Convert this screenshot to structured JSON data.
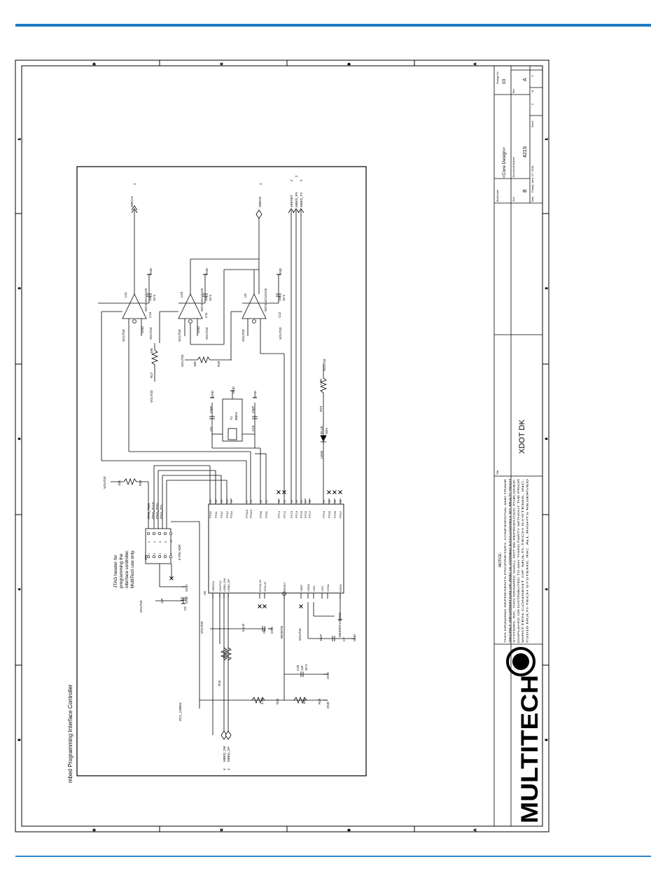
{
  "colors": {
    "accent": "#1f7ac2",
    "ink": "#000000"
  },
  "border": {
    "zone_letters": [
      "D",
      "C",
      "B",
      "A"
    ],
    "zone_numbers": [
      "1",
      "2",
      "3",
      "4",
      "5"
    ]
  },
  "section_title": "mbed Programming Interface Controller",
  "jtag_note": [
    "JTAG header for",
    "programming the",
    "interface controller.",
    "MultiTech use only."
  ],
  "components": {
    "u11": {
      "ref": "U11",
      "part": "SN74LVC1G125"
    },
    "u10": {
      "ref": "U10",
      "part": "SN74LVC1G125"
    },
    "u9": {
      "ref": "U9",
      "part": "SN74LVC1G125"
    },
    "c13": {
      "ref": "C13",
      "value": "1uF",
      "voltage": "10 V"
    },
    "c11": {
      "ref": "C11",
      "value": "1uF",
      "voltage": "10 V"
    },
    "c12": {
      "ref": "C12",
      "value": "1uF",
      "voltage": "10 V"
    },
    "r17": {
      "ref": "R17",
      "value": "10K"
    },
    "r18": {
      "ref": "R18",
      "value": "10K"
    },
    "r22": {
      "ref": "R22",
      "value": "10K"
    },
    "r23": {
      "ref": "R23",
      "value": "1.0K"
    },
    "r14": {
      "ref": "R14"
    },
    "r15": {
      "ref": "R15"
    },
    "r19": {
      "ref": "R19",
      "value": "10K"
    },
    "r20": {
      "ref": "R20",
      "value": "4.7K"
    },
    "c9": {
      "ref": "C9",
      "value": "22pF"
    },
    "c10": {
      "ref": "C10",
      "value": "22pF"
    },
    "y1": {
      "ref": "Y1",
      "value": "8MHz"
    },
    "c8": {
      "ref": "C8",
      "value": "0.1uF"
    },
    "c7": {
      "ref": "C7",
      "value": "10uF"
    },
    "c5": {
      "ref": "C5",
      "value": "1uF"
    },
    "c26": {
      "ref": "C26",
      "value": "1uF",
      "voltage": "10 V"
    },
    "led": {
      "ref": "LED5",
      "color": "BLUE",
      "part": "SDA"
    },
    "jp2": {
      "ref": "JP2",
      "part": "8 PIN HDR"
    },
    "u8": {
      "ref": "U8",
      "part": "MK20DX128VFM"
    }
  },
  "nets": {
    "vout33": "VOUT33",
    "gnd": "GND",
    "swclk": "SWCLK",
    "swdio": "SWDIO",
    "nreset": "nRESET",
    "mbed_rx": "MBED_RX",
    "mbed_tx": "MBED_TX",
    "vcc_usb5v": "VCC_USB5V",
    "mbed_dm": "MBED_DM",
    "mbed_dp": "MBED_DP",
    "reset": "RESETB",
    "jtag_tms": "JTAG_TMS",
    "jtag_tclk": "JTAG_TCLK",
    "jtag_tdo": "JTAG_TDO",
    "jtag_tdi": "JTAG_TDI"
  },
  "u8_left_pins": [
    "VREGIN",
    "VOUT33",
    "USB0_DM",
    "USB0_DP",
    "EXTAL32",
    "XTAL32",
    "RESET",
    "VBAT",
    "VDDA",
    "VDD",
    "VSS",
    "VSSA",
    "EPAD"
  ],
  "u8_right_pins": [
    "PTA0",
    "PTA1",
    "PTA2",
    "PTA3",
    "PTA4",
    "PTA18",
    "PTA19",
    "PTB0",
    "PTB1",
    "PTC1",
    "PTC2",
    "PTC3",
    "PTC4",
    "PTC5",
    "PTC6",
    "PTC7",
    "PTD4",
    "PTD5",
    "PTD6",
    "PTD7"
  ],
  "u8_right_nums": [
    "12",
    "13",
    "14",
    "15",
    "16",
    "17",
    "18",
    "20",
    "21",
    "22",
    "23",
    "24",
    "25",
    "26",
    "27",
    "28",
    "29",
    "30",
    "31",
    "32"
  ],
  "title_block": {
    "logo": "MULTITECH",
    "notice_title": "-NOTICE-",
    "notice_lines": [
      "THIS DRAWING REPRESENTS PROPRIETARY, CONFIDENTIAL AND TRADE",
      "SECRET INFORMATION OF AND IS OWNED EXCLUSIVELY BY MULTI-TECH",
      "SYSTEMS, INC. THIS DRAWING SHALL NOT BE REPRODUCED, PUBLISHED,",
      "DISPLAYED OR DISTRIBUTED TO ANY THIRD PARTY WITHOUT THE PRIOR",
      "WRITTEN CONSENT OF MULTI-TECH SYSTEMS, INC.",
      "©2016 MULTI-TECH SYSTEMS, INC. ALL RIGHTS RESERVED"
    ],
    "title_label": "Title",
    "title": "XDOT DK",
    "build_level_label": "Build Level",
    "build_level": "<Core Design>",
    "change_no_label": "Change No.",
    "change_no": "03",
    "size_label": "Size",
    "size": "B",
    "doc_number_label": "Document Number",
    "doc_number": "421S",
    "rev_label": "Rev",
    "rev": "A",
    "date_label": "Date",
    "date": "Friday, June 17, 2016",
    "sheet_label": "Sheet",
    "sheet": "3",
    "of_label": "of",
    "of": "4"
  }
}
